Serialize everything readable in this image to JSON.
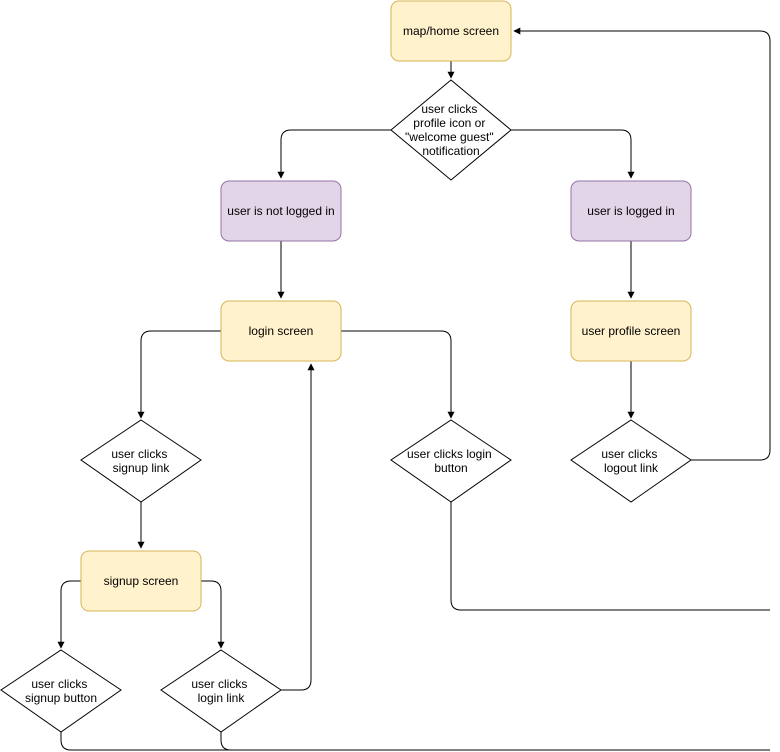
{
  "colors": {
    "screen_fill": "#fff2cc",
    "screen_stroke": "#d6b656",
    "state_fill": "#e1d5e7",
    "state_stroke": "#9673a6",
    "decision_fill": "#ffffff",
    "decision_stroke": "#000000",
    "edge": "#000000"
  },
  "nodes": {
    "map_home_screen": {
      "lines": [
        "map/home screen"
      ]
    },
    "profile_decision": {
      "lines": [
        "user clicks",
        "profile icon or",
        "\"welcome guest\"",
        "notification"
      ]
    },
    "not_logged_in": {
      "lines": [
        "user is not logged in"
      ]
    },
    "logged_in": {
      "lines": [
        "user is logged in"
      ]
    },
    "login_screen": {
      "lines": [
        "login screen"
      ]
    },
    "user_profile_screen": {
      "lines": [
        "user profile screen"
      ]
    },
    "signup_link_decision": {
      "lines": [
        "user clicks",
        "signup link"
      ]
    },
    "login_button_decision": {
      "lines": [
        "user clicks login",
        "button"
      ]
    },
    "logout_link_decision": {
      "lines": [
        "user clicks",
        "logout link"
      ]
    },
    "signup_screen": {
      "lines": [
        "signup screen"
      ]
    },
    "signup_button_decision": {
      "lines": [
        "user clicks",
        "signup button"
      ]
    },
    "login_link_decision": {
      "lines": [
        "user clicks",
        "login link"
      ]
    }
  }
}
